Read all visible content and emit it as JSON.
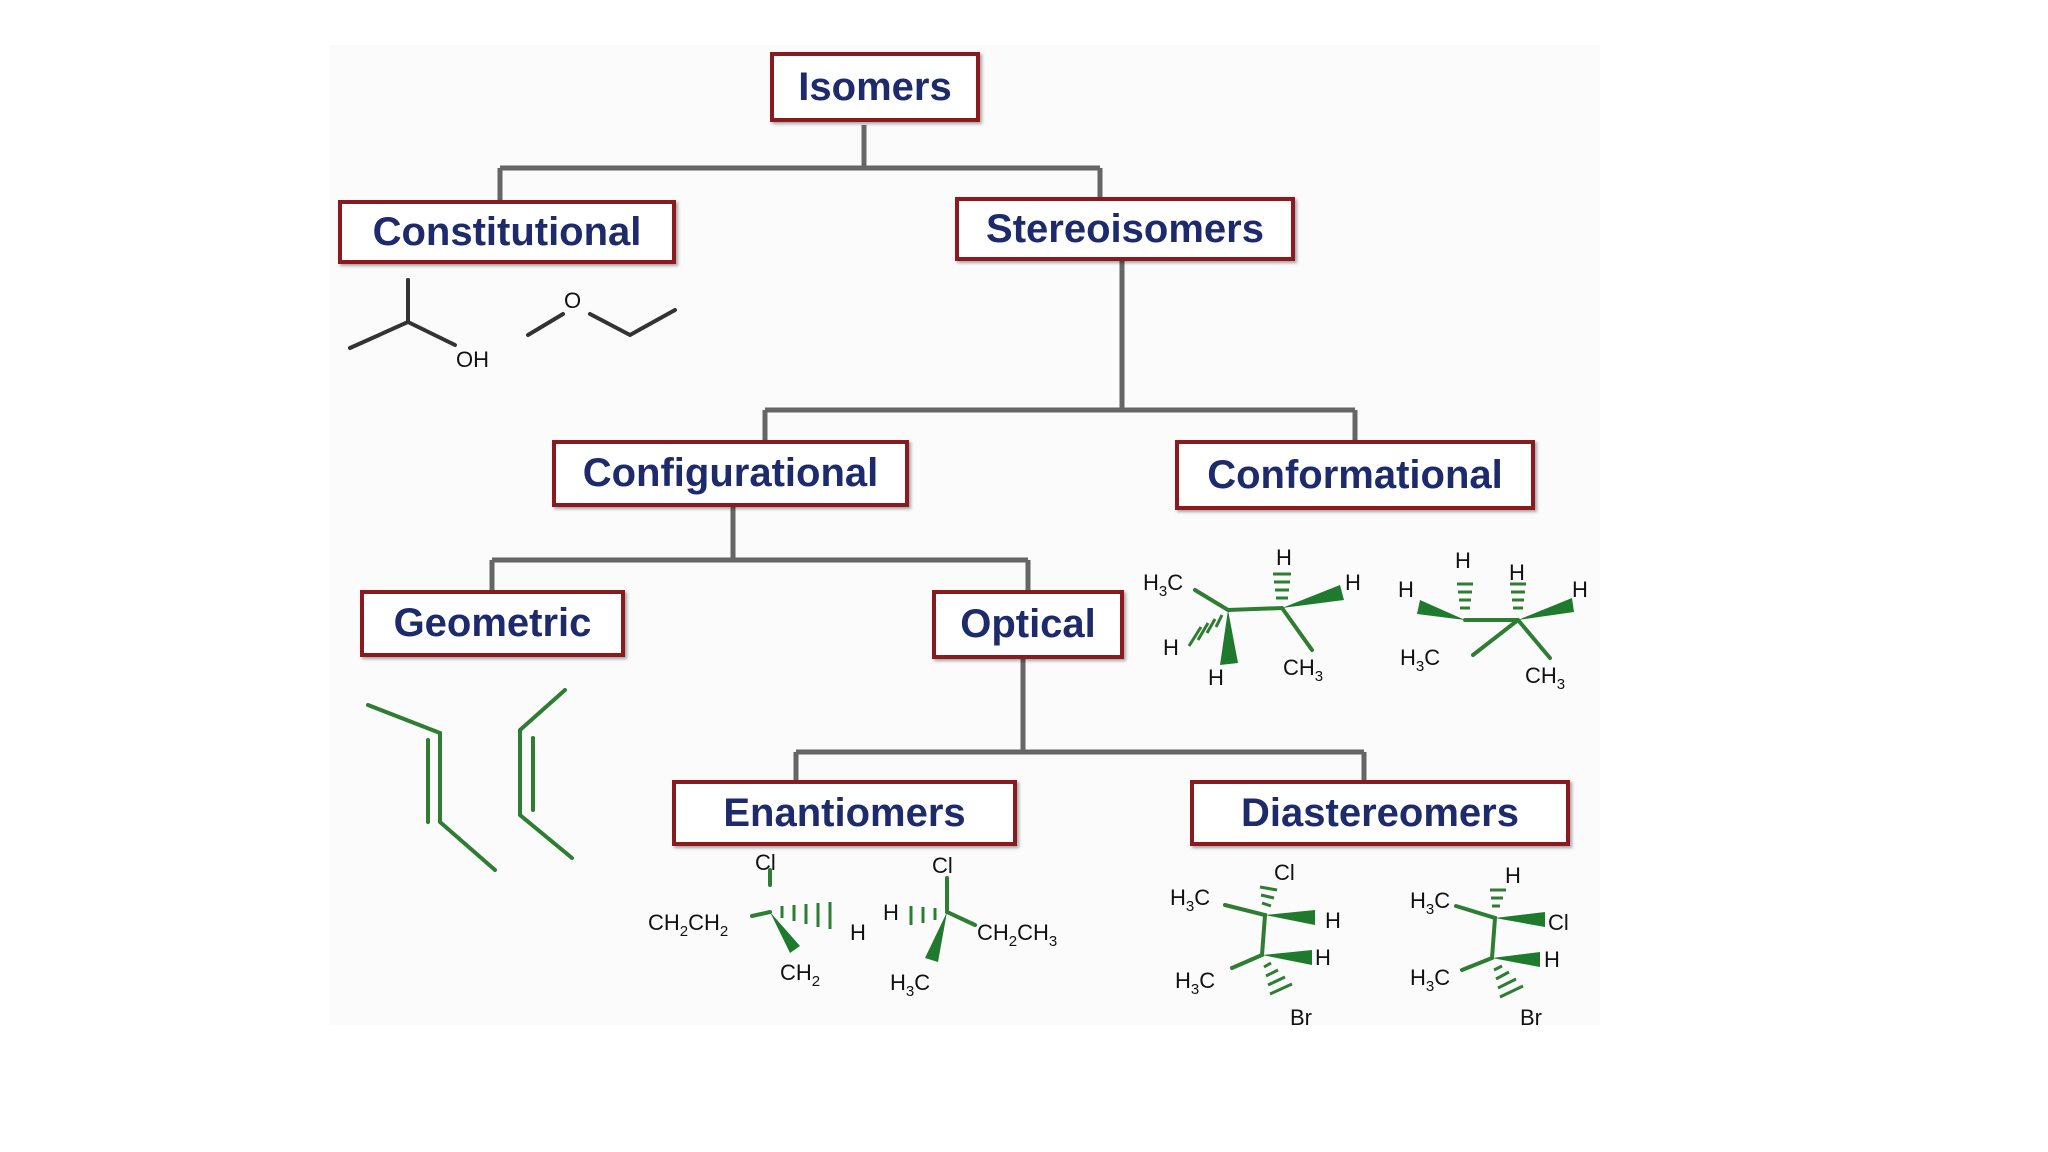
{
  "nodes": {
    "isomers": "Isomers",
    "constitutional": "Constitutional",
    "stereoisomers": "Stereoisomers",
    "configurational": "Configurational",
    "conformational": "Conformational",
    "geometric": "Geometric",
    "optical": "Optical",
    "enantiomers": "Enantiomers",
    "diastereomers": "Diastereomers"
  },
  "atoms": {
    "oh": "OH",
    "o": "O",
    "h": "H",
    "cl": "Cl",
    "br": "Br",
    "ch2ch2": "CH2CH2",
    "ch2ch3": "CH2CH3",
    "ch2": "CH2",
    "h3c": "H3C",
    "ch3": "CH3"
  },
  "colors": {
    "box_border": "#8b1a1e",
    "box_text": "#1d2a6b",
    "connector": "#666666",
    "molecule": "#2e7d32"
  }
}
